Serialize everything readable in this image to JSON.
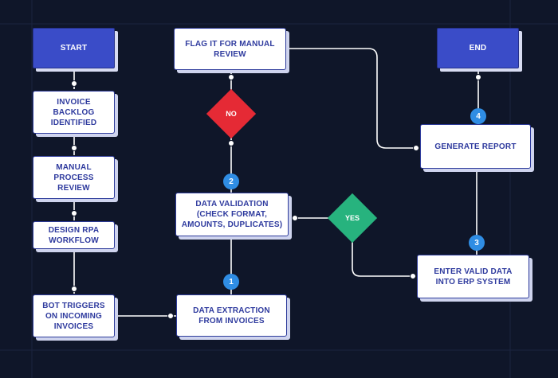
{
  "colors": {
    "background": "#0f1629",
    "process_fill": "#ffffff",
    "process_text": "#2e3a9e",
    "terminal_fill": "#3a4cc8",
    "no_diamond": "#e52a35",
    "yes_diamond": "#27b37e",
    "badge": "#2f8de4",
    "connector": "#ffffff"
  },
  "nodes": {
    "start": "START",
    "invoice_backlog": "INVOICE\nBACKLOG\nIDENTIFIED",
    "manual_process_review": "MANUAL\nPROCESS\nREVIEW",
    "design_rpa": "DESIGN RPA\nWORKFLOW",
    "bot_triggers": "BOT TRIGGERS\nON INCOMING\nINVOICES",
    "data_extraction": "DATA EXTRACTION\nFROM INVOICES",
    "data_validation": "DATA VALIDATION\n(CHECK FORMAT,\nAMOUNTS, DUPLICATES)",
    "flag_manual_review": "FLAG IT FOR MANUAL\nREVIEW",
    "enter_valid_data": "ENTER VALID DATA\nINTO ERP SYSTEM",
    "generate_report": "GENERATE REPORT",
    "end": "END"
  },
  "decisions": {
    "no": "NO",
    "yes": "YES"
  },
  "badges": {
    "one": "1",
    "two": "2",
    "three": "3",
    "four": "4"
  }
}
